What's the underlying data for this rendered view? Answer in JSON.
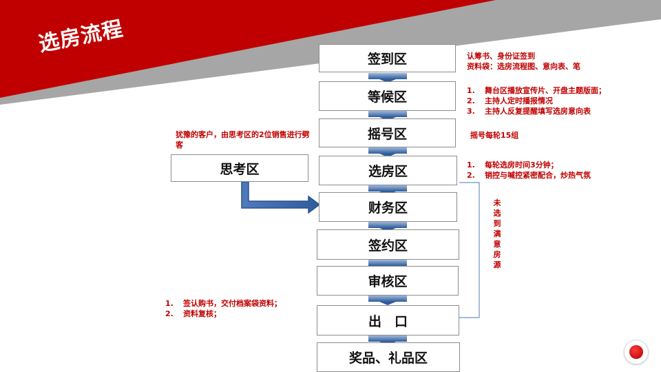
{
  "title": "选房流程",
  "colors": {
    "banner_red": "#c00000",
    "banner_gray": "#a6a6a6",
    "note_red": "#c00000",
    "arrow_blue": "#2f5c9c"
  },
  "steps": [
    "签到区",
    "等候区",
    "摇号区",
    "选房区",
    "财务区",
    "签约区",
    "审核区",
    "出　口",
    "奖品、礼品区"
  ],
  "side_step": "思考区",
  "side_note": "犹豫的客户，由思考区的2位销售进行劈客",
  "notes": {
    "checkin": [
      "认筹书、身份证签到",
      "资料袋：选房流程图、意向表、笔"
    ],
    "waiting": [
      {
        "num": "1.",
        "text": "舞台区播放宣传片、开盘主题版面；"
      },
      {
        "num": "2.",
        "text": "主持人定时播报情况"
      },
      {
        "num": "3.",
        "text": "主持人反复提醒填写选房意向表"
      }
    ],
    "lottery": "摇号每轮15组",
    "selection": [
      {
        "num": "1.",
        "text": "每轮选房时间3分钟；"
      },
      {
        "num": "2.",
        "text": "销控与喊控紧密配合，炒热气氛"
      }
    ],
    "unselected": "未选到满意房源",
    "exit": [
      {
        "num": "1.",
        "text": "签认购书，交付档案袋资料；"
      },
      {
        "num": "2.",
        "text": "资料复核；"
      }
    ]
  }
}
